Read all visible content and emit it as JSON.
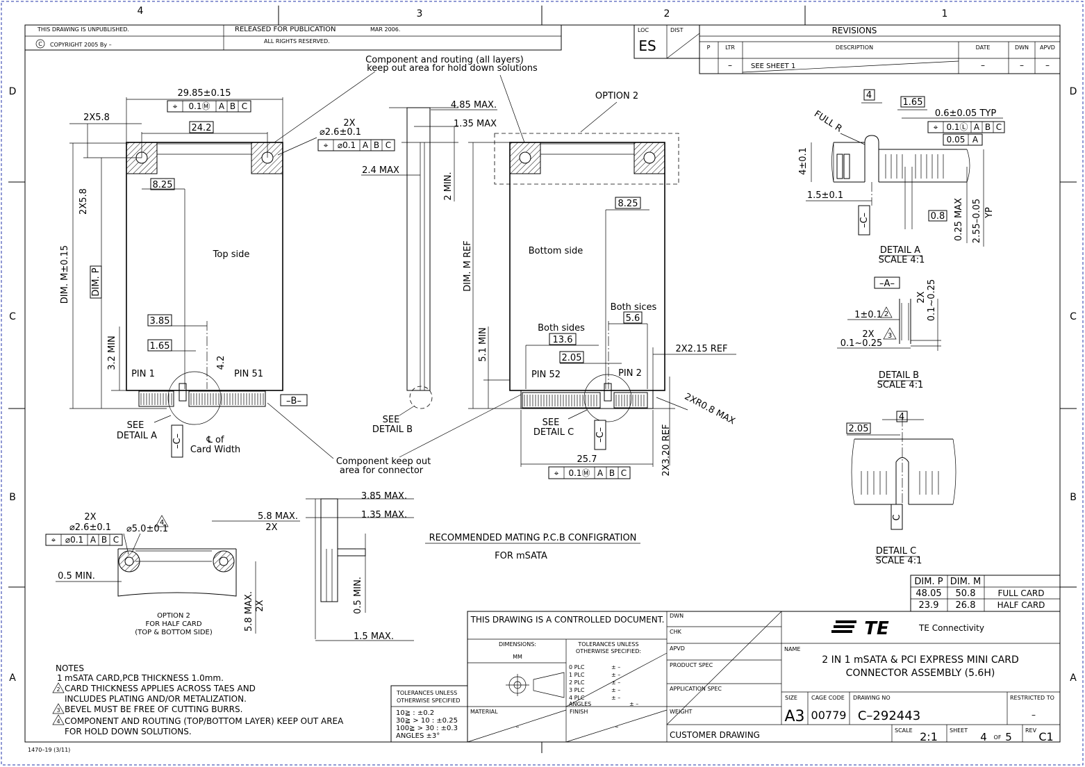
{
  "zones": {
    "top": [
      "4",
      "3",
      "2",
      "1"
    ],
    "side": [
      "D",
      "C",
      "B",
      "A"
    ]
  },
  "header": {
    "unpublished": "THIS DRAWING IS UNPUBLISHED.",
    "released": "RELEASED FOR PUBLICATION",
    "release_date": "MAR  2006.",
    "rights": "ALL RIGHTS RESERVED.",
    "copyright": "COPYRIGHT  2005  By –",
    "loc_label": "LOC",
    "loc_value": "ES",
    "dist_label": "DIST"
  },
  "revisions": {
    "title": "REVISIONS",
    "headers": [
      "P",
      "LTR",
      "DESCRIPTION",
      "DATE",
      "DWN",
      "APVD"
    ],
    "row": [
      "",
      "–",
      "SEE SHEET 1",
      "–",
      "–",
      "–"
    ]
  },
  "top_side": {
    "label": "Top side",
    "dims": [
      "29.85±0.15",
      "24.2",
      "2X5.8",
      "2X5.8",
      "8.25",
      "DIM. M±0.15",
      "DIM. P",
      "3.2 MIN",
      "3.85",
      "1.65",
      "4.2",
      "2X",
      "⌀2.6±0.1"
    ],
    "fcf1": [
      "⌖",
      "0.1Ⓜ",
      "A",
      "B",
      "C"
    ],
    "fcf2": [
      "⌖",
      "⌀0.1",
      "A",
      "B",
      "C"
    ],
    "pin1": "PIN 1",
    "pin51": "PIN 51",
    "datum_b": "–B–",
    "datum_c": "–C–",
    "see_a": [
      "SEE",
      "DETAIL A"
    ],
    "cl": [
      "℄ of",
      "Card Width"
    ]
  },
  "side_view": {
    "dims": [
      "4.85 MAX.",
      "1.35 MAX",
      "2.4 MAX",
      "2 MIN."
    ],
    "see_b": [
      "SEE",
      "DETAIL B"
    ]
  },
  "bottom_side": {
    "label": "Bottom side",
    "option": "OPTION 2",
    "dims": [
      "8.25",
      "DIM. M REF",
      "5.1 MIN",
      "5.6",
      "13.6",
      "2.05",
      "2X2.15 REF",
      "2XR0.8 MAX",
      "2X3.20 REF",
      "25.7"
    ],
    "both1": "Both sides",
    "both2": "Both sices",
    "pin52": "PIN 52",
    "pin2": "PIN 2",
    "see_c": [
      "SEE",
      "DETAIL C"
    ],
    "fcf": [
      "⌖",
      "0.1Ⓜ",
      "A",
      "B",
      "C"
    ]
  },
  "keepout_top": [
    "Component and routing (all layers)",
    "keep out area for hold down solutions"
  ],
  "keepout_conn": [
    "Component keep out",
    "area for connector"
  ],
  "detail_a": {
    "dims": [
      "4",
      "1.65",
      "0.6±0.05  TYP",
      "FULL R",
      "4±0.1",
      "1.5±0.1",
      "0.8",
      "0.25 MAX",
      "2.55–0.05",
      "YP"
    ],
    "fcf": [
      "⌖",
      "0.1Ⓛ",
      "A",
      "B",
      "C"
    ],
    "fcf2": [
      "0.05",
      "A"
    ],
    "title": "DETAIL A",
    "scale": "SCALE 4:1"
  },
  "detail_b": {
    "datum": "–A–",
    "dims": [
      "1±0.1",
      "2X",
      "0.1~0.25",
      "2X",
      "0.1~0.25"
    ],
    "tri": [
      "2",
      "3"
    ],
    "title": "DETAIL B",
    "scale": "SCALE 4:1"
  },
  "detail_c": {
    "dims": [
      "2.05",
      "4"
    ],
    "datum": "C",
    "title": "DETAIL C",
    "scale": "SCALE 4:1"
  },
  "option2_half": {
    "dims": [
      "2X",
      "⌀2.6±0.1",
      "⌀5.0±0.1",
      "4",
      "5.8 MAX.",
      "2X",
      "0.5 MIN.",
      "5.8 MAX.",
      "2X"
    ],
    "fcf": [
      "⌖",
      "⌀0.1",
      "A",
      "B",
      "C"
    ],
    "caption": [
      "OPTION 2",
      "FOR HALF CARD",
      "(TOP & BOTTOM SIDE)"
    ]
  },
  "lower_side": {
    "dims": [
      "3.85 MAX.",
      "1.35 MAX.",
      "0.5 MIN.",
      "1.5 MAX."
    ]
  },
  "recommended": {
    "title": "RECOMMENDED MATING P.C.B CONFIGRATION",
    "sub": "FOR mSATA"
  },
  "dim_table": {
    "headers": [
      "DIM. P",
      "DIM. M",
      ""
    ],
    "rows": [
      [
        "48.05",
        "50.8",
        "FULL CARD"
      ],
      [
        "23.9",
        "26.8",
        "HALF CARD"
      ]
    ]
  },
  "notes": {
    "title": "NOTES",
    "items": [
      {
        "n": "1",
        "text": "mSATA CARD,PCB THICKNESS 1.0mm."
      },
      {
        "n": "2",
        "text": "CARD THICKNESS APPLIES ACROSS TAES AND"
      },
      {
        "n": "",
        "text": "INCLUDES PLATING AND/OR METALIZATION."
      },
      {
        "n": "3",
        "text": "BEVEL MUST BE FREE OF CUTTING BURRS."
      },
      {
        "n": "4",
        "text": "COMPONENT AND ROUTING (TOP/BOTTOM LAYER) KEEP OUT AREA"
      },
      {
        "n": "",
        "text": "FOR HOLD DOWN SOLUTIONS."
      }
    ],
    "form": "1470–19 (3/11)"
  },
  "tolerance_block": {
    "title": "TOLERANCES UNLESS OTHERWISE SPECIFIED",
    "lines": [
      "10≧ : ±0.2",
      "30≧ > 10 : ±0.25",
      "100≧ > 30 : ±0.3",
      "ANGLES  ±3°"
    ]
  },
  "title_block": {
    "controlled": "THIS DRAWING IS A CONTROLLED DOCUMENT.",
    "dimensions": "DIMENSIONS:",
    "units": "MM",
    "tol_title": [
      "TOLERANCES UNLESS",
      "OTHERWISE SPECIFIED:"
    ],
    "plc": [
      "0 PLC",
      "1 PLC",
      "2 PLC",
      "3 PLC",
      "4 PLC",
      "ANGLES"
    ],
    "plc_val": [
      "± –",
      "± –",
      "± –",
      "± –",
      "± –",
      "± –"
    ],
    "material": "MATERIAL",
    "finish": "FINISH",
    "material_val": "–",
    "finish_val": "–",
    "dwn": "DWN",
    "chk": "CHK",
    "apvd": "APVD",
    "product_spec": "PRODUCT SPEC",
    "application_spec": "APPLICATION SPEC",
    "weight": "WEIGHT",
    "company_logo": "TE",
    "company": "TE Connectivity",
    "name_label": "NAME",
    "name": [
      "2 IN 1 mSATA & PCI EXPRESS MINI CARD",
      "CONNECTOR ASSEMBLY (5.6H)"
    ],
    "size_label": "SIZE",
    "size": "A3",
    "cage_label": "CAGE CODE",
    "cage": "00779",
    "dwg_label": "DRAWING NO",
    "dwg": "C–292443",
    "restricted_label": "RESTRICTED TO",
    "restricted": "–",
    "customer": "CUSTOMER DRAWING",
    "scale_label": "SCALE",
    "scale": "2:1",
    "sheet_label": "SHEET",
    "sheet": "4",
    "of": "OF",
    "sheets": "5",
    "rev_label": "REV",
    "rev": "C1"
  }
}
